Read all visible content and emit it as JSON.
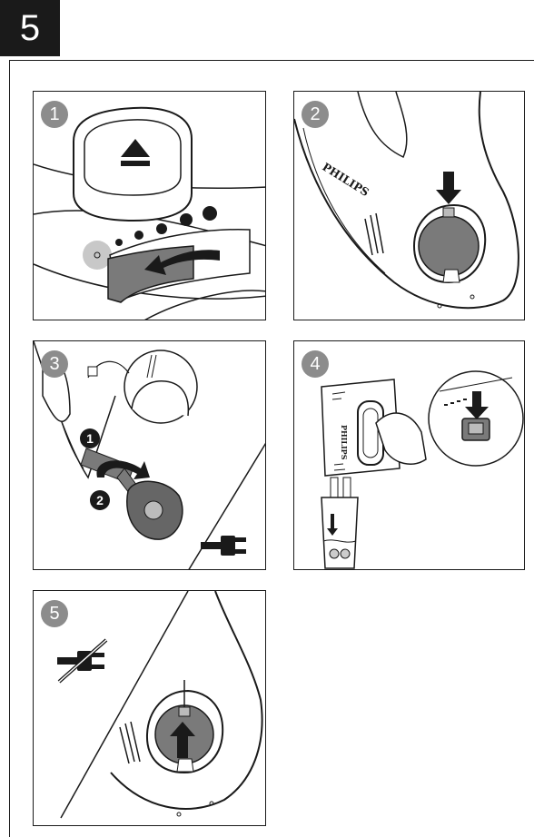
{
  "page": {
    "section_number": "5"
  },
  "steps": [
    {
      "number": "1"
    },
    {
      "number": "2",
      "brand": "PHILIPS"
    },
    {
      "number": "3",
      "substeps": [
        "1",
        "2"
      ]
    },
    {
      "number": "4",
      "brand": "PHILIPS"
    },
    {
      "number": "5"
    }
  ],
  "icons": {
    "eject": "eject-icon",
    "press_arrow": "arrow-down-icon",
    "rotate_arrow": "rotate-arrow-icon",
    "plug": "plug-icon",
    "unplug": "unplug-icon",
    "push_up_arrow": "arrow-up-icon"
  },
  "colors": {
    "ink": "#1a1a1a",
    "badge": "#8c8c8c",
    "gray_part": "#7a7a7a"
  }
}
